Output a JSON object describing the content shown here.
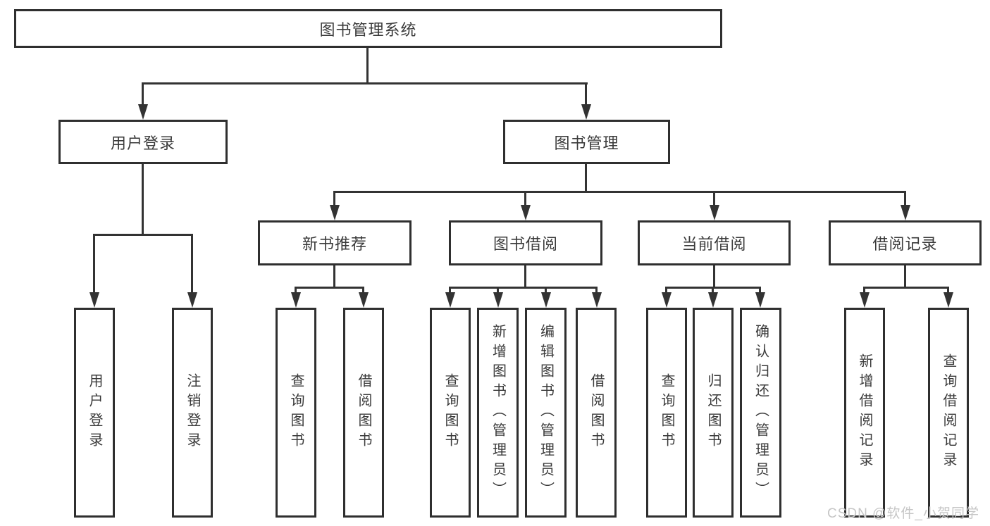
{
  "diagram": {
    "root": {
      "label": "图书管理系统"
    },
    "level2": [
      {
        "label": "用户登录",
        "parent": "图书管理系统"
      },
      {
        "label": "图书管理",
        "parent": "图书管理系统"
      }
    ],
    "level3": [
      {
        "label": "新书推荐",
        "parent": "图书管理"
      },
      {
        "label": "图书借阅",
        "parent": "图书管理"
      },
      {
        "label": "当前借阅",
        "parent": "图书管理"
      },
      {
        "label": "借阅记录",
        "parent": "图书管理"
      }
    ],
    "leaves": [
      {
        "label": "用户登录",
        "parent": "用户登录"
      },
      {
        "label": "注销登录",
        "parent": "用户登录"
      },
      {
        "label": "查询图书",
        "parent": "新书推荐"
      },
      {
        "label": "借阅图书",
        "parent": "新书推荐"
      },
      {
        "label": "查询图书",
        "parent": "图书借阅"
      },
      {
        "label": "新增图书（管理员）",
        "parent": "图书借阅"
      },
      {
        "label": "编辑图书（管理员）",
        "parent": "图书借阅"
      },
      {
        "label": "借阅图书",
        "parent": "图书借阅"
      },
      {
        "label": "查询图书",
        "parent": "当前借阅"
      },
      {
        "label": "归还图书",
        "parent": "当前借阅"
      },
      {
        "label": "确认归还（管理员）",
        "parent": "当前借阅"
      },
      {
        "label": "新增借阅记录",
        "parent": "借阅记录"
      },
      {
        "label": "查询借阅记录",
        "parent": "借阅记录"
      }
    ]
  },
  "watermark": {
    "text": "CSDN @软件_小贺同学"
  },
  "colors": {
    "line": "#333333",
    "box_border": "#2f2f2f",
    "box_fill": "#ffffff",
    "text": "#3a3a3a",
    "watermark": "#c6c6c6"
  }
}
